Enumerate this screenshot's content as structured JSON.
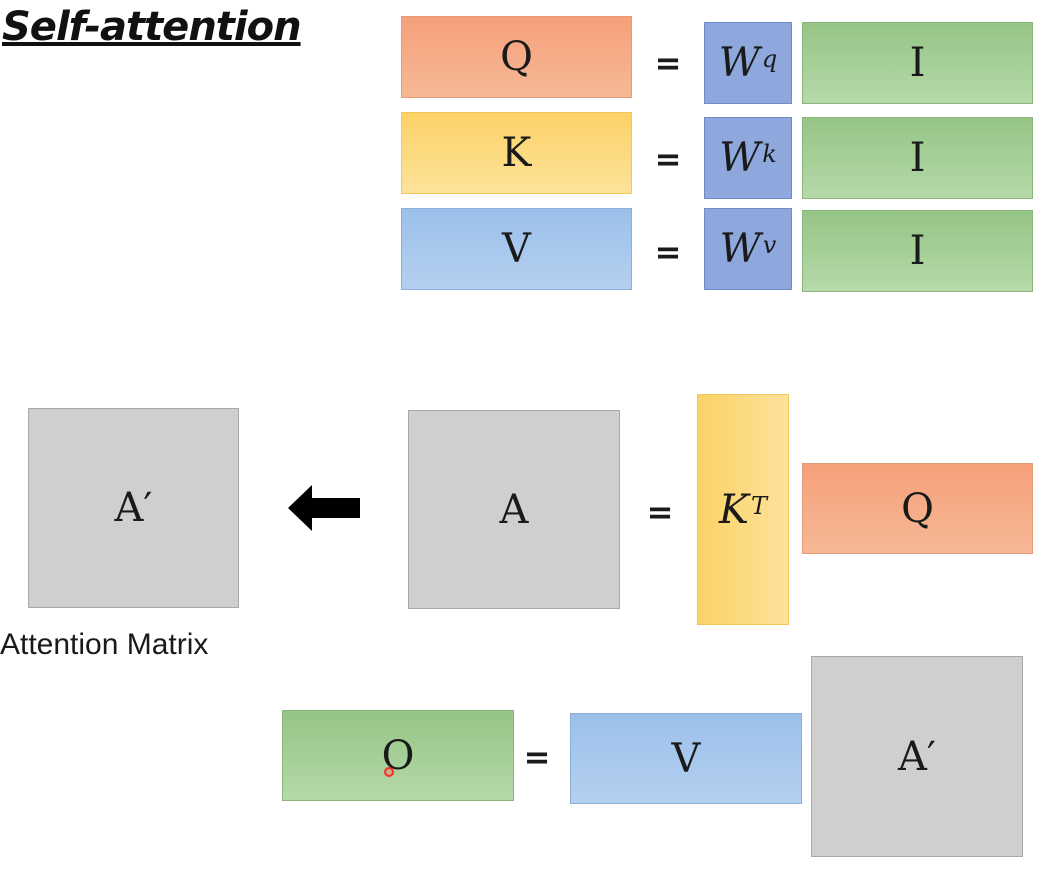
{
  "title": "Self-attention",
  "equals_sign": "=",
  "rows": [
    {
      "lhs": "Q",
      "w_base": "W",
      "w_sup": "q",
      "rhs": "I"
    },
    {
      "lhs": "K",
      "w_base": "W",
      "w_sup": "k",
      "rhs": "I"
    },
    {
      "lhs": "V",
      "w_base": "W",
      "w_sup": "v",
      "rhs": "I"
    }
  ],
  "attention": {
    "a_prime": "A′",
    "a": "A",
    "kt_base": "K",
    "kt_sup": "T",
    "q": "Q",
    "caption": "Attention Matrix"
  },
  "output": {
    "o": "O",
    "v": "V",
    "a_prime": "A′"
  },
  "colors": {
    "q": "#f5a07a",
    "k": "#fbd266",
    "v": "#9cc0ea",
    "i": "#95c585",
    "w": "#8ea8de",
    "a": "#cfcfcf"
  }
}
